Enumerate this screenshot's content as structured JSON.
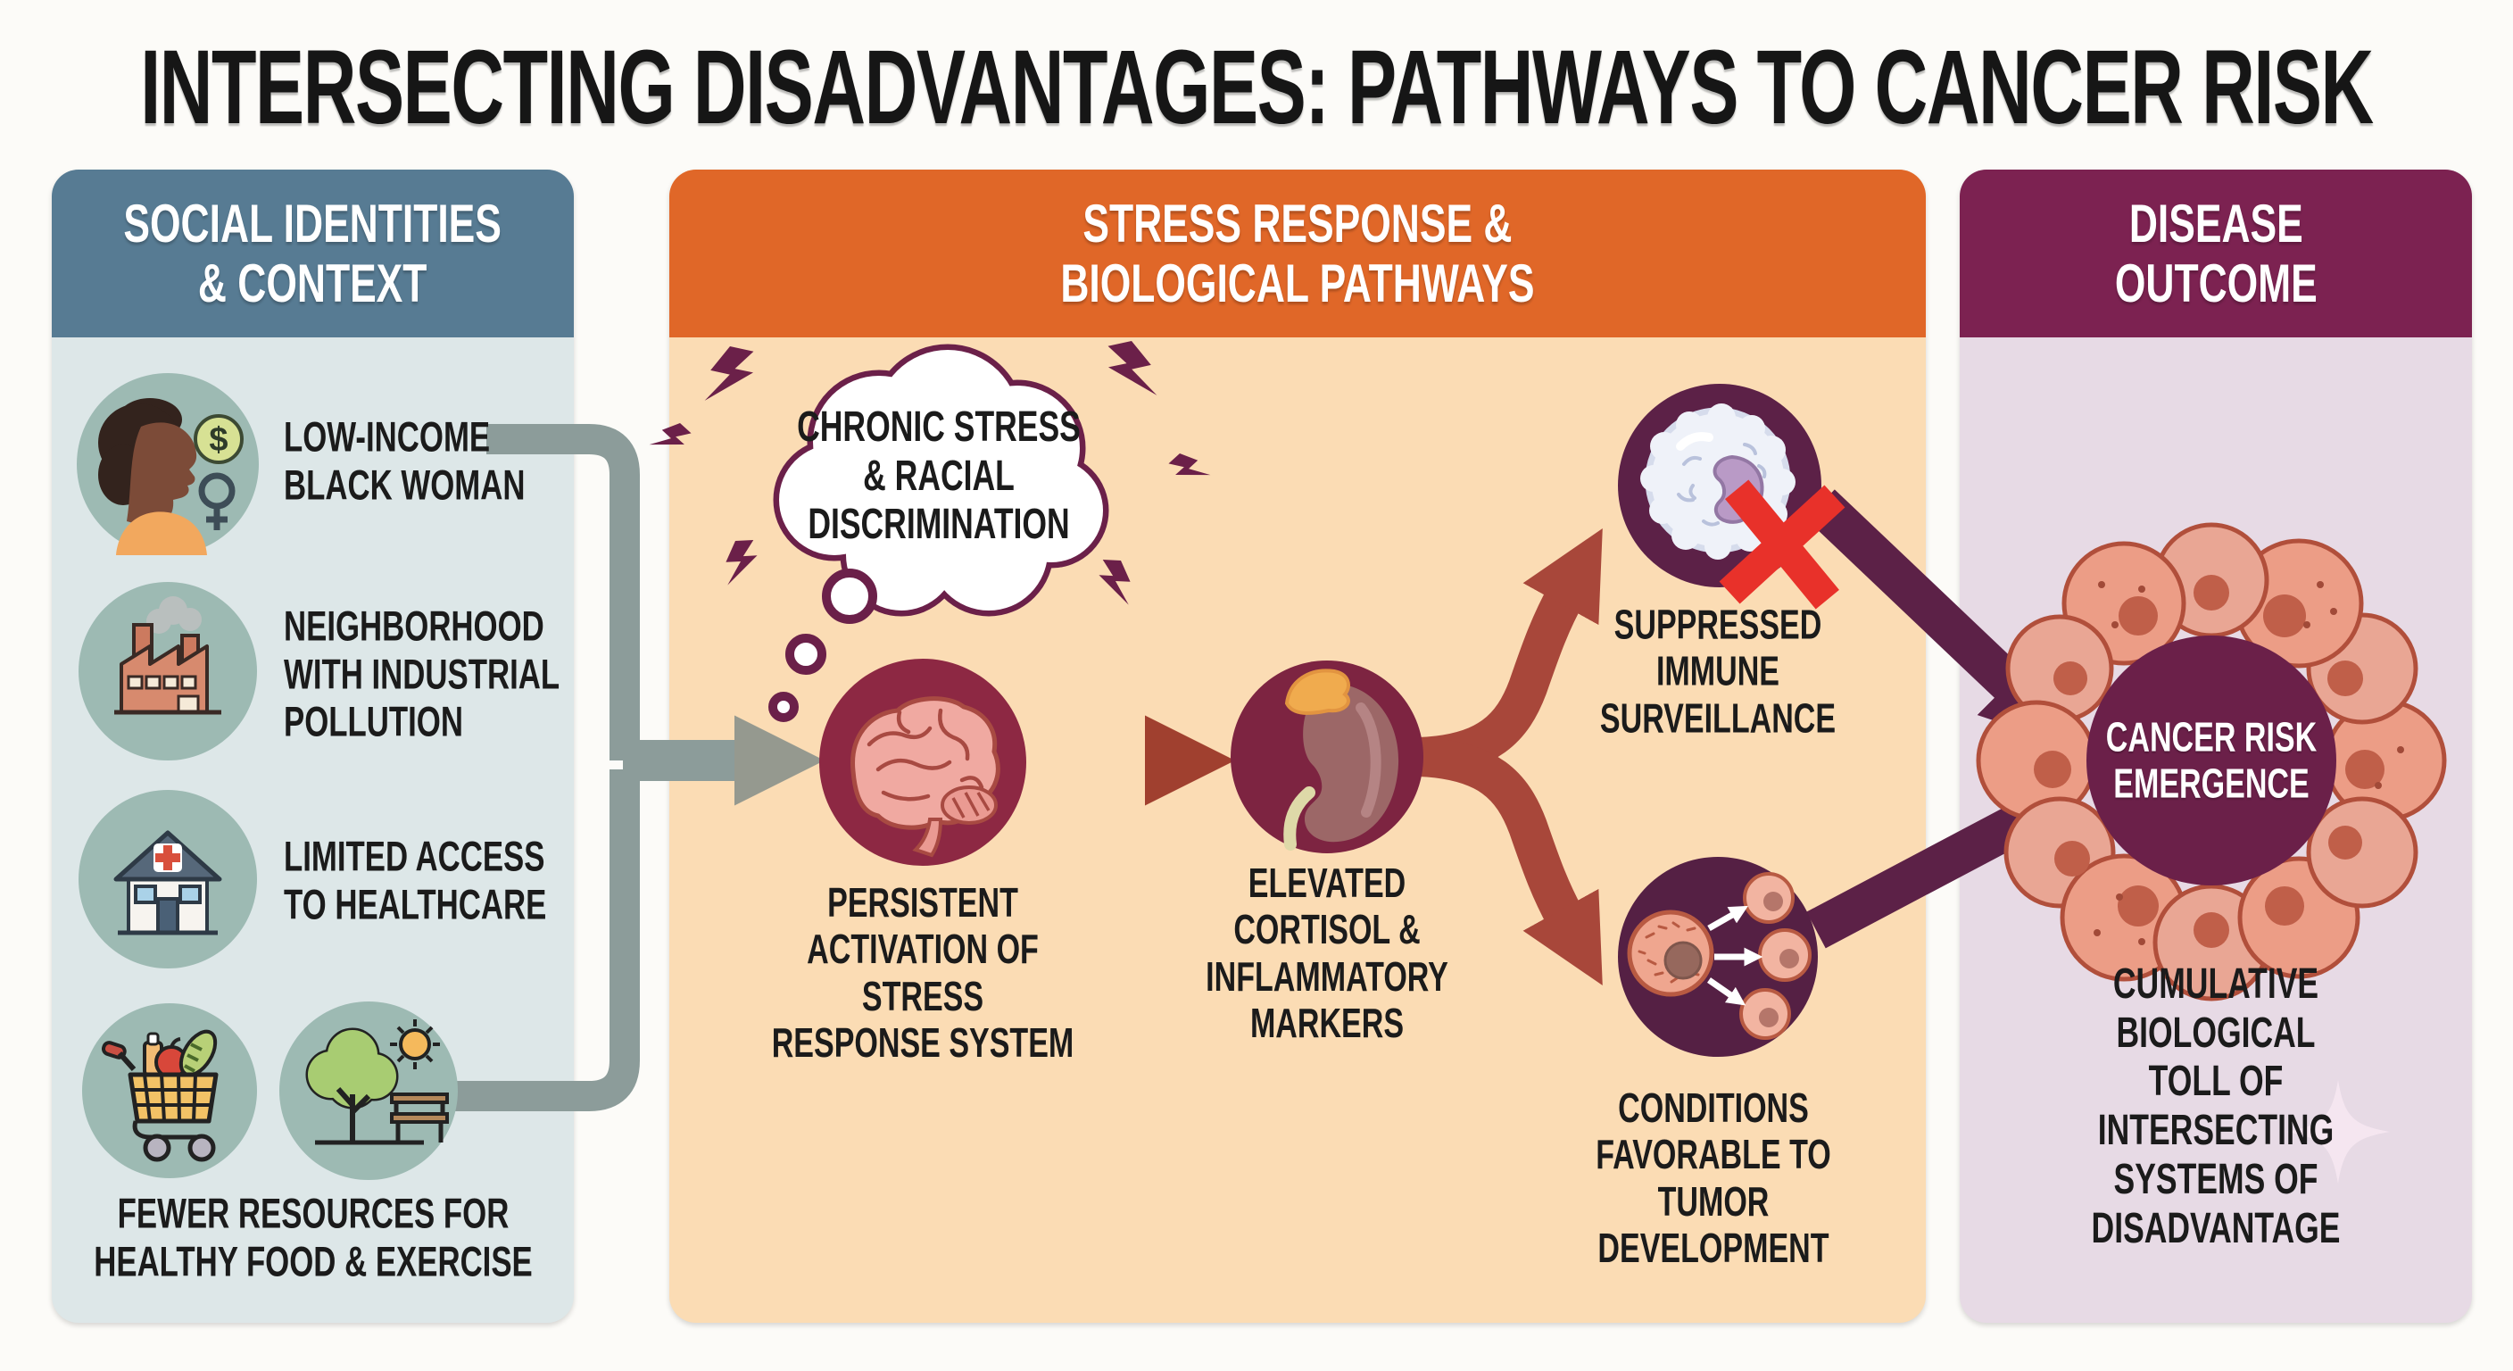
{
  "title": "INTERSECTING DISADVANTAGES: PATHWAYS TO CANCER RISK",
  "colors": {
    "page_bg": "#fcfbf8",
    "title_text": "#161616",
    "social_header_bg": "#577b93",
    "social_body_bg": "#dde7e8",
    "icon_circle_teal": "#9dbab3",
    "stress_header_bg": "#e06728",
    "stress_body_bg": "#fbdcb4",
    "outcome_header_bg": "#7c2251",
    "outcome_body_bg": "#e7dae5",
    "node_circle_maroon": "#8d2843",
    "deep_plum": "#5c2147",
    "connector_gray": "#8c9c9a",
    "arrow_red_brown": "#a8473a",
    "x_red": "#e8312a",
    "cell_salmon": "#ec9d86",
    "label_text": "#1b1b1b",
    "header_text": "#ffffff"
  },
  "icons": {
    "social_item1": "woman-profile-dollar-female-icon",
    "social_item2": "factory-pollution-icon",
    "social_item3": "healthcare-clinic-icon",
    "social_item4a": "grocery-cart-icon",
    "social_item4b": "park-tree-bench-sun-icon",
    "stress_trigger": "thought-cloud-lightning-icon",
    "stress_node1": "brain-icon",
    "stress_node2": "kidney-adrenal-icon",
    "stress_node3": "white-blood-cell-red-x-icon",
    "stress_node4": "dividing-tumor-cells-icon",
    "outcome_core": "tumor-cell-cluster-icon",
    "decoration": "sparkle-icon"
  },
  "panels": {
    "social": {
      "header": "SOCIAL IDENTITIES\n& CONTEXT",
      "item1_label": "LOW-INCOME\nBLACK WOMAN",
      "item2_label": "NEIGHBORHOOD\nWITH INDUSTRIAL\nPOLLUTION",
      "item3_label": "LIMITED ACCESS\nTO HEALTHCARE",
      "caption": "FEWER RESOURCES FOR\nHEALTHY FOOD & EXERCISE",
      "dollar_sign": "$"
    },
    "stress": {
      "header": "STRESS RESPONSE &\nBIOLOGICAL PATHWAYS",
      "cloud_label": "CHRONIC STRESS\n& RACIAL\nDISCRIMINATION",
      "brain_label": "PERSISTENT\nACTIVATION OF\nSTRESS\nRESPONSE SYSTEM",
      "cortisol_label": "ELEVATED\nCORTISOL &\nINFLAMMATORY\nMARKERS",
      "immune_label": "SUPPRESSED\nIMMUNE\nSURVEILLANCE",
      "tumor_label": "CONDITIONS\nFAVORABLE TO\nTUMOR\nDEVELOPMENT"
    },
    "outcome": {
      "header": "DISEASE\nOUTCOME",
      "core_label": "CANCER RISK\nEMERGENCE",
      "caption": "CUMULATIVE BIOLOGICAL\nTOLL OF INTERSECTING\nSYSTEMS OF\nDISADVANTAGE"
    }
  }
}
